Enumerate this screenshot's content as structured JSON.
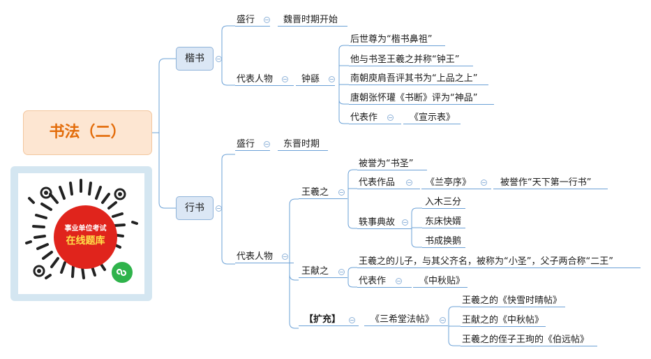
{
  "root": {
    "title": "书法（二）"
  },
  "qr": {
    "line1": "事业单位考试",
    "line2": "在线题库",
    "logo_icon": "mini-program-icon"
  },
  "kaishu": {
    "label": "楷书",
    "shengxing": {
      "label": "盛行",
      "value": "魏晋时期开始"
    },
    "daibiao": {
      "label": "代表人物",
      "person": "钟繇",
      "facts": [
        "后世尊为“楷书鼻祖”",
        "他与书圣王羲之并称“钟王”",
        "南朝庾肩吾评其书为“上品之上”",
        "唐朝张怀瓘《书断》评为“神品”"
      ],
      "works_label": "代表作",
      "works_value": "《宣示表》"
    }
  },
  "xingshu": {
    "label": "行书",
    "shengxing": {
      "label": "盛行",
      "value": "东晋时期"
    },
    "daibiao": {
      "label": "代表人物",
      "wxz": {
        "name": "王羲之",
        "title_fact": "被誉为“书圣”",
        "works_label": "代表作品",
        "works_value": "《兰亭序》",
        "works_praise": "被誉作“天下第一行书”",
        "anecdote_label": "轶事典故",
        "anecdotes": [
          "入木三分",
          "东床快婿",
          "书成换鹅"
        ]
      },
      "wxianz": {
        "name": "王献之",
        "fact": "王羲之的儿子，与其父齐名，被称为“小圣”，父子两合称“二王”",
        "works_label": "代表作",
        "works_value": "《中秋贴》"
      },
      "kuochong": {
        "label": "【扩充】",
        "value": "《三希堂法帖》",
        "items": [
          "王羲之的《快雪时晴帖》",
          "王献之的《中秋帖》",
          "王羲之的侄子王珣的《伯远帖》"
        ]
      }
    }
  }
}
